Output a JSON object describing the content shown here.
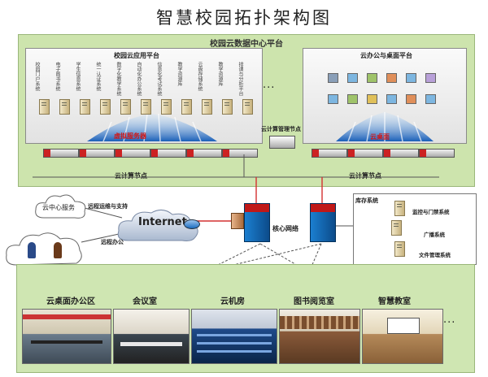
{
  "title": "智慧校园拓扑架构图",
  "datacenter": {
    "title": "校园云数据中心平台",
    "app_platform": {
      "title": "校园云应用平台",
      "systems": [
        "校园门户系统",
        "电子图书系统",
        "学生信息系统",
        "统一认证系统",
        "数字化教学系统",
        "自动化办公系统",
        "信息化考试系统",
        "教学资源库",
        "云盘存储系统",
        "教学资源库",
        "排课与分析平台"
      ],
      "virtual_label": "虚拟服务器",
      "ellipsis": "···"
    },
    "mgmt_label": "云计算管理节点",
    "desktop_platform": {
      "title": "云办公与桌面平台",
      "label": "云桌面"
    },
    "compute_left": "云计算节点",
    "compute_right": "云计算节点"
  },
  "internet": {
    "label": "Internet",
    "cloud_service": "云中心服务",
    "remote_ops": "远程运维与支持",
    "remote_office": "远程办公"
  },
  "core": {
    "label": "核心网络"
  },
  "library": {
    "title": "库存系统",
    "items": [
      "监控与门禁系统",
      "广播系统",
      "文件管理系统"
    ]
  },
  "rooms": [
    {
      "label": "云桌面办公区"
    },
    {
      "label": "会议室"
    },
    {
      "label": "云机房"
    },
    {
      "label": "图书阅览室"
    },
    {
      "label": "智慧教室"
    }
  ],
  "rooms_ellipsis": "···",
  "colors": {
    "green_panel": "#cde4ad",
    "link_red": "#d43030",
    "switch_blue": "#1b7fd0"
  }
}
